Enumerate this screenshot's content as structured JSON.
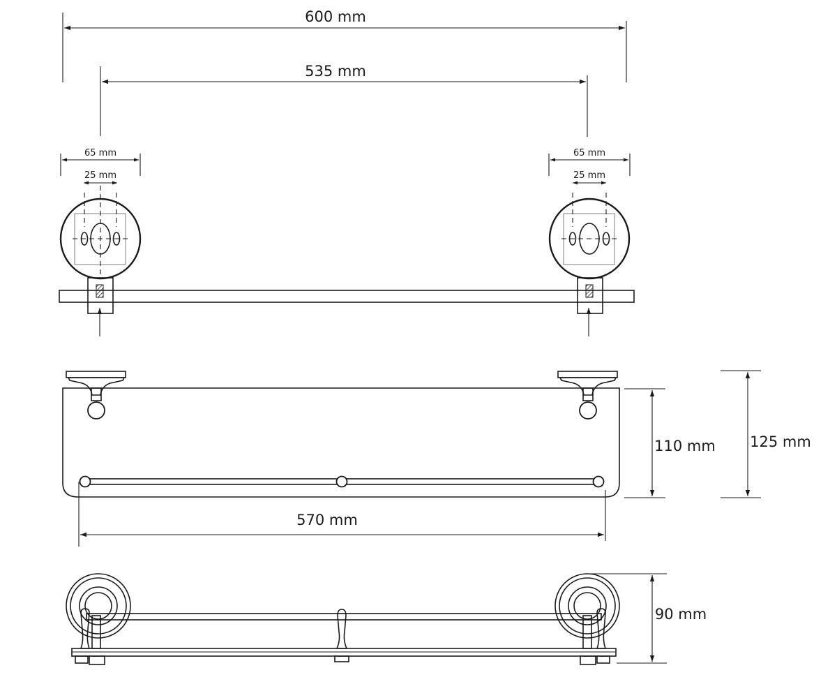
{
  "colors": {
    "ink": "#1a1a1a",
    "paper": "#ffffff",
    "guide": "#8a8a8a"
  },
  "top_view": {
    "overall_width": "600 mm",
    "mount_spacing": "535 mm",
    "left_flange": "65 mm",
    "left_hole_spacing": "25 mm",
    "right_flange": "65 mm",
    "right_hole_spacing": "25 mm"
  },
  "front_view": {
    "glass_height": "110 mm",
    "total_height": "125 mm",
    "rail_length": "570 mm"
  },
  "side_view": {
    "depth": "90 mm"
  }
}
